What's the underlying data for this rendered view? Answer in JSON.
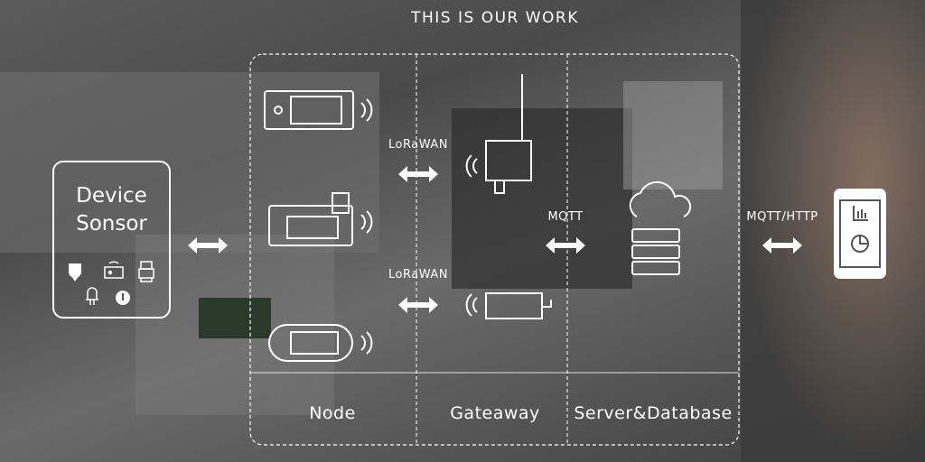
{
  "title": "THIS IS OUR WORK",
  "device_box": {
    "line1": "Device",
    "line2": "Sonsor"
  },
  "columns": {
    "node": "Node",
    "gateway": "Gateaway",
    "server": "Server&Database"
  },
  "links": {
    "lorawan_top": "LoRaWAN",
    "lorawan_bottom": "LoRaWAN",
    "mqtt": "MQTT",
    "mqtt_http": "MQTT/HTTP"
  }
}
